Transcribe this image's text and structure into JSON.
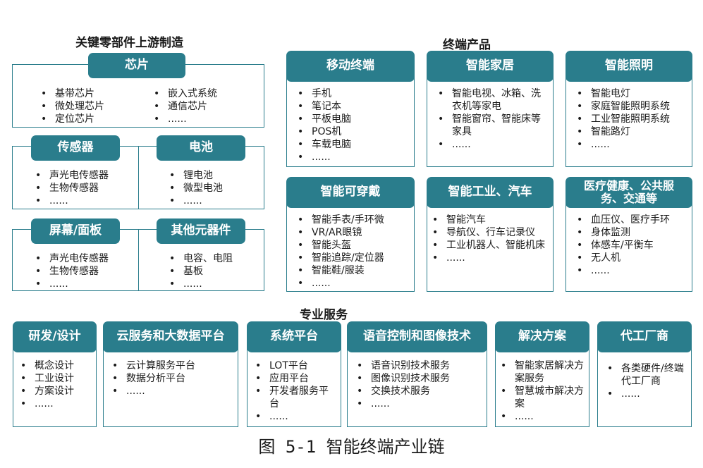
{
  "titles": {
    "upstream": "关键零部件上游制造",
    "terminal": "终端产品",
    "services": "专业服务"
  },
  "upstream": {
    "chip": {
      "header": "芯片",
      "col1": [
        "基带芯片",
        "微处理芯片",
        "定位芯片"
      ],
      "col2": [
        "嵌入式系统",
        "通信芯片",
        "......"
      ]
    },
    "sensor": {
      "header": "传感器",
      "items": [
        "声光电传感器",
        "生物传感器",
        "......"
      ]
    },
    "battery": {
      "header": "电池",
      "items": [
        "锂电池",
        "微型电池",
        "......"
      ]
    },
    "screen": {
      "header": "屏幕/面板",
      "items": [
        "声光电传感器",
        "生物传感器",
        "......"
      ]
    },
    "other": {
      "header": "其他元器件",
      "items": [
        "电容、电阻",
        "基板",
        "......"
      ]
    }
  },
  "terminal": {
    "mobile": {
      "header": "移动终端",
      "items": [
        "手机",
        "笔记本",
        "平板电脑",
        "POS机",
        "车载电脑",
        "......"
      ]
    },
    "home": {
      "header": "智能家居",
      "items": [
        "智能电视、冰箱、洗衣机等家电",
        "智能窗帘、智能床等家具",
        "......"
      ]
    },
    "lighting": {
      "header": "智能照明",
      "items": [
        "智能电灯",
        "家庭智能照明系统",
        "工业智能照明系统",
        "智能路灯",
        "......"
      ]
    },
    "wearable": {
      "header": "智能可穿戴",
      "items": [
        "智能手表/手环微",
        "VR/AR眼镜",
        "智能头盔",
        "智能追踪/定位器",
        "智能鞋/服装",
        "......"
      ]
    },
    "industry": {
      "header": "智能工业、汽车",
      "items": [
        "智能汽车",
        "导航仪、行车记录仪",
        "工业机器人、智能机床",
        "......"
      ]
    },
    "medical": {
      "header": "医疗健康、公共服务、交通等",
      "items": [
        "血压仪、医疗手环",
        "身体监测",
        "体感车/平衡车",
        "无人机",
        "......"
      ]
    }
  },
  "services": {
    "rd": {
      "header": "研发/设计",
      "items": [
        "概念设计",
        "工业设计",
        "方案设计",
        "......"
      ]
    },
    "cloud": {
      "header": "云服务和大数据平台",
      "items": [
        "云计算服务平台",
        "数据分析平台",
        "......"
      ]
    },
    "system": {
      "header": "系统平台",
      "items": [
        "LOT平台",
        "应用平台",
        "开发者服务平台",
        "......"
      ]
    },
    "voice": {
      "header": "语音控制和图像技术",
      "items": [
        "语音识别技术服务",
        "图像识别技术服务",
        "交换技术服务",
        "......"
      ]
    },
    "solution": {
      "header": "解决方案",
      "items": [
        "智能家居解决方案服务",
        "智慧城市解决方案",
        "......"
      ]
    },
    "oem": {
      "header": "代工厂商",
      "items": [
        "各类硬件/终端代工厂商",
        "......"
      ]
    }
  },
  "caption": "图 5-1 智能终端产业链"
}
